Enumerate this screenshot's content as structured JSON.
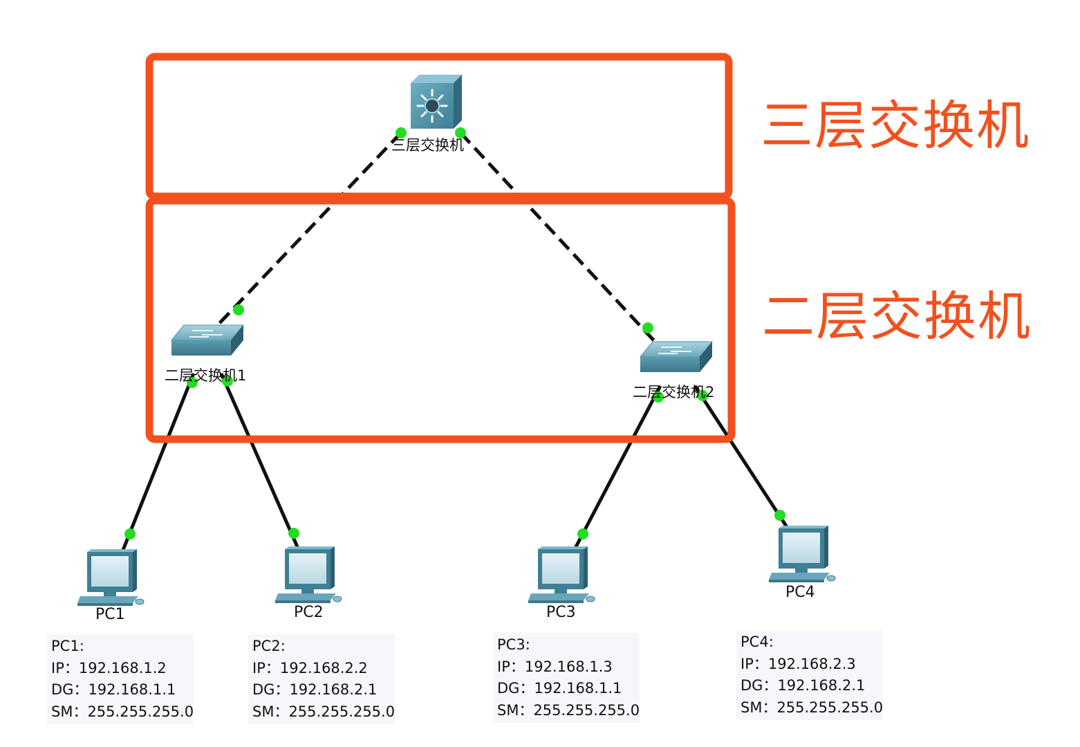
{
  "colors": {
    "highlight": "#f0511f",
    "link_endpoint": "#22dd22",
    "cable": "#111111",
    "device": "#4d8fa4"
  },
  "layers": {
    "l3_label": "三层交换机",
    "l2_label": "二层交换机"
  },
  "devices": {
    "core_switch": {
      "label": "三层交换机",
      "icon": "multilayer-switch-icon"
    },
    "access_switch_1": {
      "label": "二层交换机1",
      "icon": "switch-icon"
    },
    "access_switch_2": {
      "label": "二层交换机2",
      "icon": "switch-icon"
    }
  },
  "pcs": [
    {
      "name": "PC1",
      "info_title": "PC1:",
      "ip": "IP：192.168.1.2",
      "dg": "DG：192.168.1.1",
      "sm": "SM：255.255.255.0"
    },
    {
      "name": "PC2",
      "info_title": "PC2:",
      "ip": "IP：192.168.2.2",
      "dg": "DG：192.168.2.1",
      "sm": "SM：255.255.255.0"
    },
    {
      "name": "PC3",
      "info_title": "PC3:",
      "ip": "IP：192.168.1.3",
      "dg": "DG：192.168.1.1",
      "sm": "SM：255.255.255.0"
    },
    {
      "name": "PC4",
      "info_title": "PC4:",
      "ip": "IP：192.168.2.3",
      "dg": "DG：192.168.2.1",
      "sm": "SM：255.255.255.0"
    }
  ]
}
